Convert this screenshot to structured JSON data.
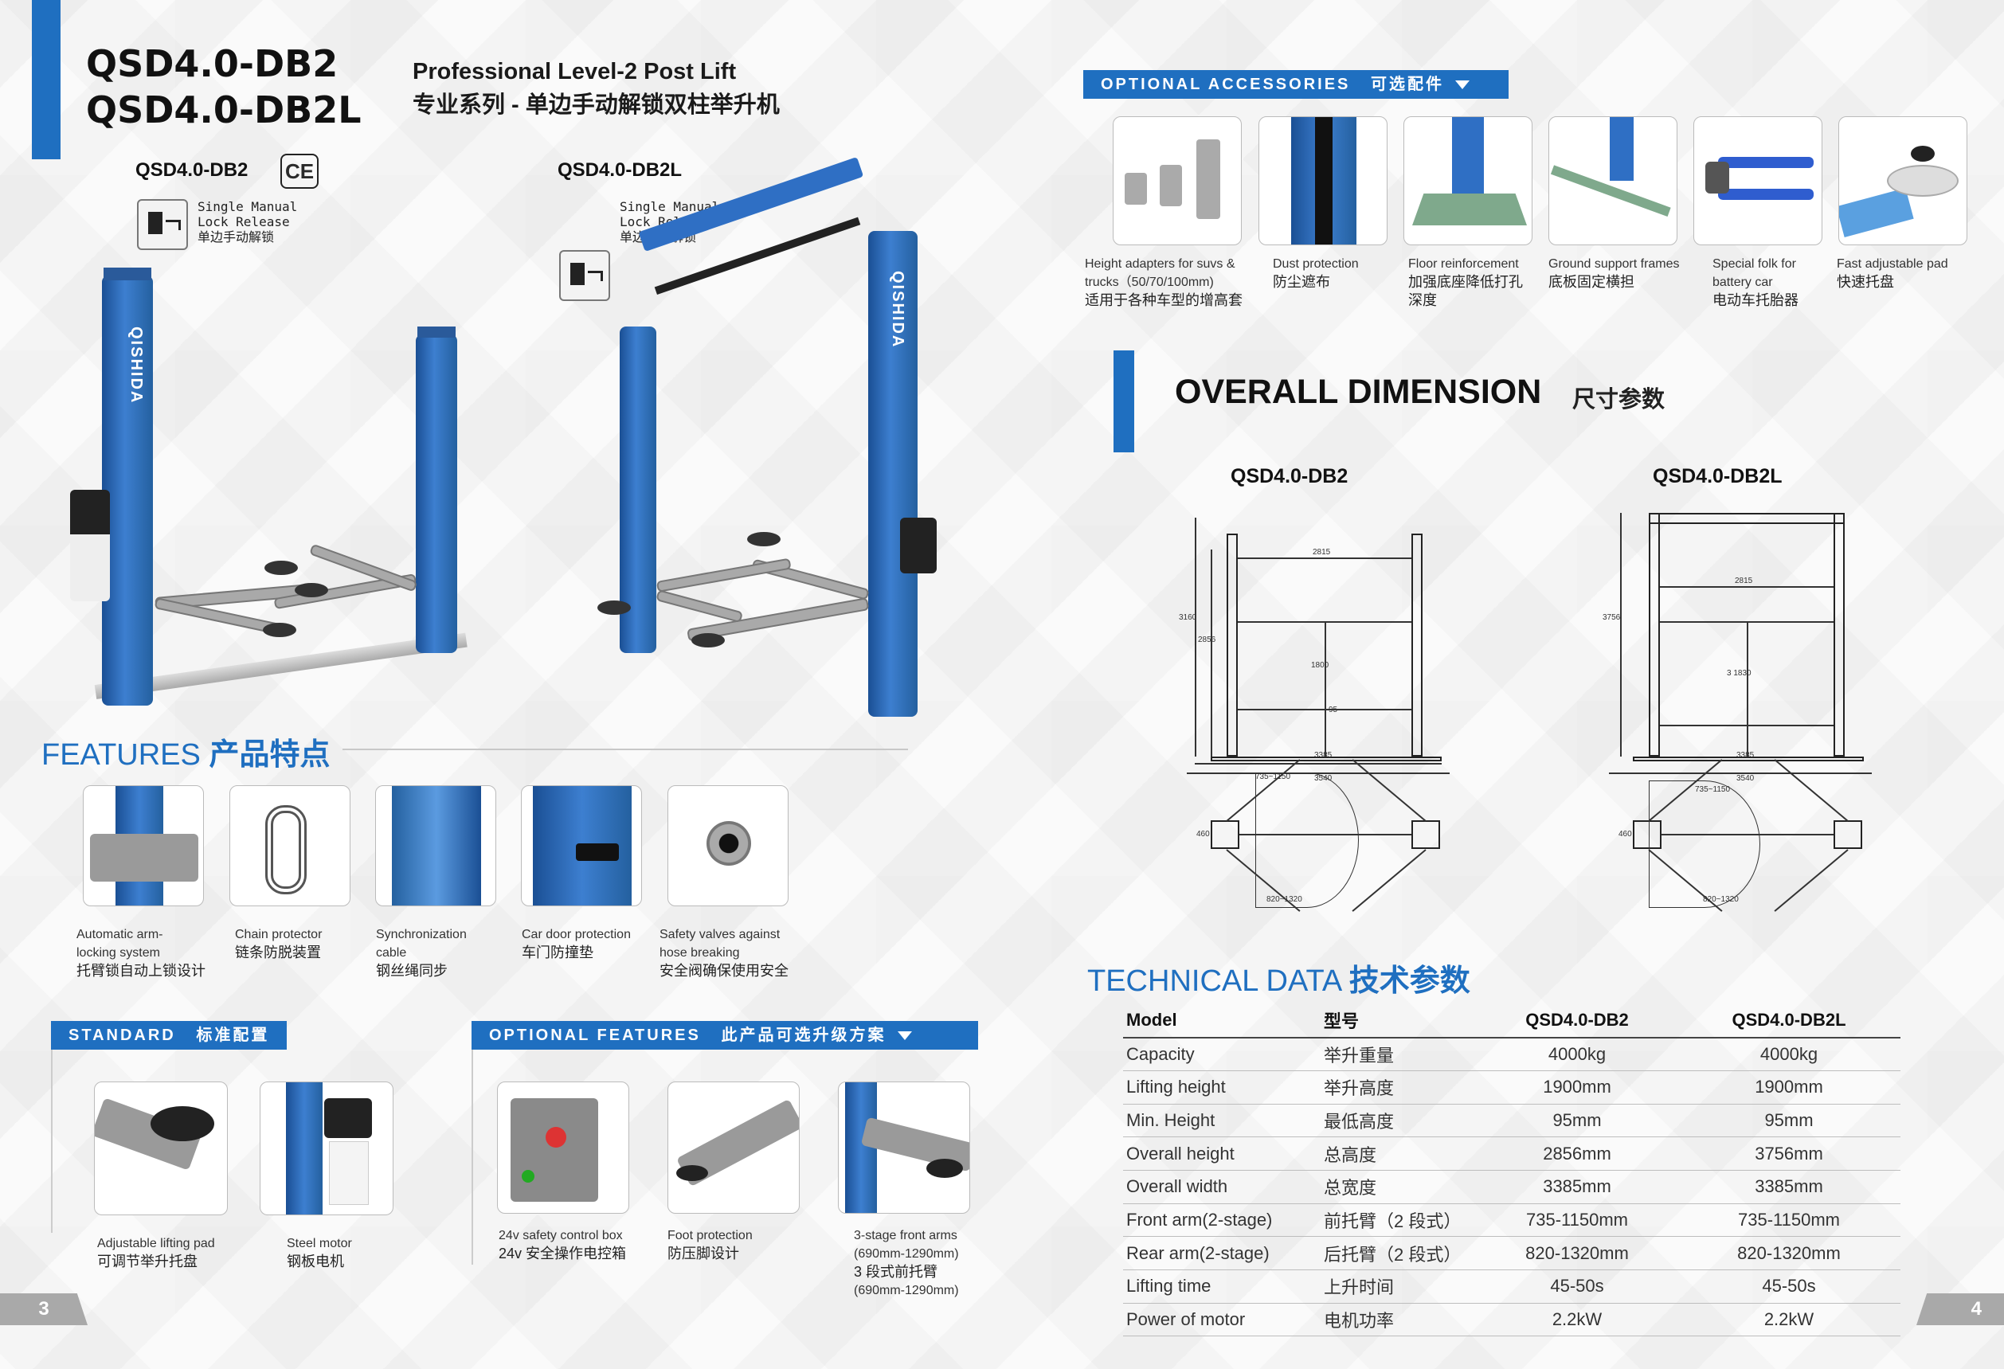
{
  "header": {
    "model_1": "QSD4.0-DB2",
    "model_2": "QSD4.0-DB2L",
    "subtitle_en": "Professional Level-2 Post Lift",
    "subtitle_cn": "专业系列 - 单边手动解锁双柱举升机"
  },
  "products": [
    {
      "label": "QSD4.0-DB2",
      "cert": "CE",
      "lock_lines": [
        "Single Manual",
        "Lock Release",
        "单边手动解锁"
      ]
    },
    {
      "label": "QSD4.0-DB2L",
      "lock_lines": [
        "Single Manual",
        "Lock Release",
        "单边手动解锁"
      ]
    }
  ],
  "brand_text": "QISHIDA",
  "features": {
    "title_en": "FEATURES",
    "title_cn": "产品特点",
    "items": [
      {
        "lines": [
          "Automatic arm-",
          "locking system",
          "托臂锁自动上锁设计"
        ]
      },
      {
        "lines": [
          "Chain protector",
          "链条防脱装置"
        ]
      },
      {
        "lines": [
          "Synchronization",
          "cable",
          "钢丝绳同步"
        ]
      },
      {
        "lines": [
          "Car door protection",
          "车门防撞垫"
        ]
      },
      {
        "lines": [
          "Safety valves against",
          "hose breaking",
          "安全阀确保使用安全"
        ]
      }
    ]
  },
  "standard": {
    "title": "STANDARD",
    "title_cn": "标准配置",
    "items": [
      {
        "lines": [
          "Adjustable lifting pad",
          "可调节举升托盘"
        ]
      },
      {
        "lines": [
          "Steel motor",
          "钢板电机"
        ]
      }
    ]
  },
  "optional_features": {
    "title": "OPTIONAL FEATURES",
    "title_cn": "此产品可选升级方案",
    "items": [
      {
        "lines": [
          "24v safety control box",
          "24v 安全操作电控箱"
        ]
      },
      {
        "lines": [
          "Foot protection",
          "防压脚设计"
        ]
      },
      {
        "lines": [
          "3-stage front arms",
          "(690mm-1290mm)",
          "3 段式前托臂",
          "(690mm-1290mm)"
        ]
      }
    ]
  },
  "optional_accessories": {
    "title": "OPTIONAL ACCESSORIES",
    "title_cn": "可选配件",
    "items": [
      {
        "lines": [
          "Height adapters for suvs &",
          "trucks（50/70/100mm)",
          "适用于各种车型的增高套"
        ]
      },
      {
        "lines": [
          "Dust protection",
          "防尘遮布"
        ]
      },
      {
        "lines": [
          "Floor reinforcement",
          "加强底座降低打孔",
          "深度"
        ]
      },
      {
        "lines": [
          "Ground support frames",
          "底板固定横担"
        ]
      },
      {
        "lines": [
          "Special folk for",
          "battery car",
          "电动车托胎器"
        ]
      },
      {
        "lines": [
          "Fast adjustable pad",
          "快速托盘"
        ]
      }
    ]
  },
  "dimension": {
    "title_en": "OVERALL DIMENSION",
    "title_cn": "尺寸参数",
    "model_a": "QSD4.0-DB2",
    "model_b": "QSD4.0-DB2L",
    "drawing_a": {
      "width_inner": "2815",
      "height_total": "3160",
      "height_col": "2856",
      "center": "1800",
      "min": "95",
      "inner": "3385",
      "outer": "3540",
      "front": "735~1150",
      "rear": "820~1320",
      "depth": "460"
    },
    "drawing_b": {
      "width_inner": "2815",
      "height_total": "3756",
      "center": "3 1830",
      "inner": "3385",
      "outer": "3540",
      "front": "735~1150",
      "rear": "820~1320",
      "depth": "460"
    }
  },
  "technical": {
    "title_en": "TECHNICAL DATA",
    "title_cn": "技术参数",
    "header": [
      "Model",
      "型号",
      "QSD4.0-DB2",
      "QSD4.0-DB2L"
    ],
    "rows": [
      [
        "Capacity",
        "举升重量",
        "4000kg",
        "4000kg"
      ],
      [
        "Lifting height",
        "举升高度",
        "1900mm",
        "1900mm"
      ],
      [
        "Min. Height",
        "最低高度",
        "95mm",
        "95mm"
      ],
      [
        "Overall height",
        "总高度",
        "2856mm",
        "3756mm"
      ],
      [
        "Overall width",
        "总宽度",
        "3385mm",
        "3385mm"
      ],
      [
        "Front arm(2-stage)",
        "前托臂（2 段式）",
        "735-1150mm",
        "735-1150mm"
      ],
      [
        "Rear arm(2-stage)",
        "后托臂（2 段式）",
        "820-1320mm",
        "820-1320mm"
      ],
      [
        "Lifting time",
        "上升时间",
        "45-50s",
        "45-50s"
      ],
      [
        "Power of motor",
        "电机功率",
        "2.2kW",
        "2.2kW"
      ]
    ]
  },
  "pages": {
    "left": "3",
    "right": "4"
  },
  "colors": {
    "accent": "#1f6fc0",
    "lift_blue": "#2f6fc4",
    "gray": "#a9a9a9"
  }
}
